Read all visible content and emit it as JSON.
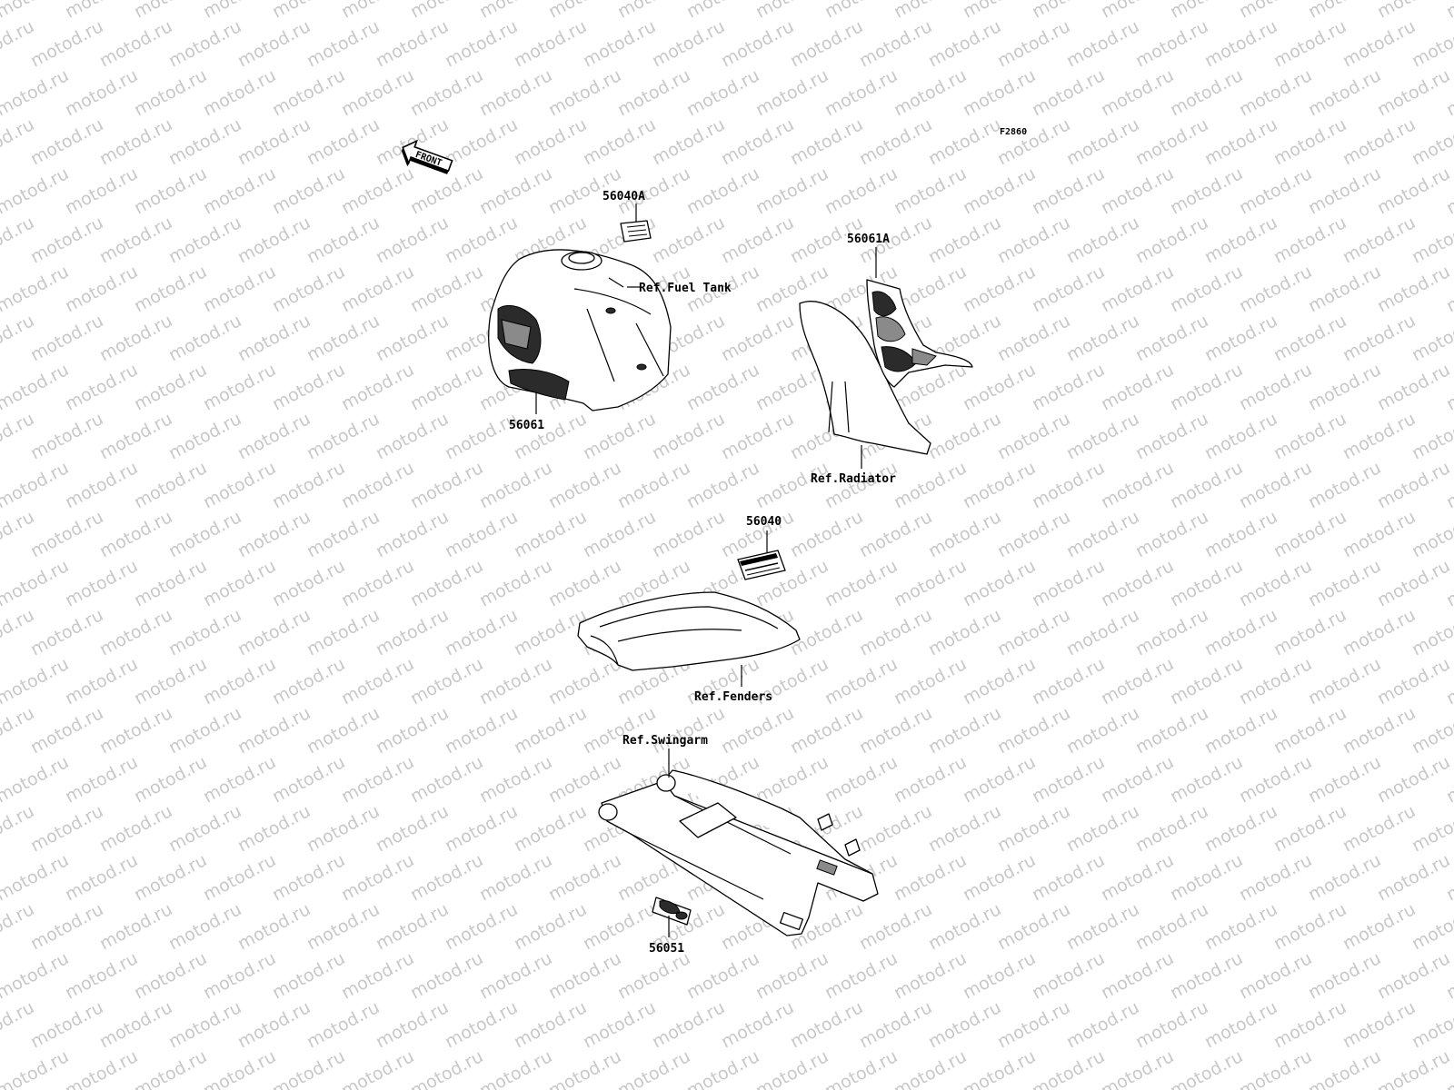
{
  "diagram": {
    "code": "F2860",
    "front_arrow_text": "FRONT",
    "watermark": "motod.ru",
    "labels": {
      "p56040A": "56040A",
      "ref_fuel_tank": "Ref.Fuel Tank",
      "p56061": "56061",
      "p56061A": "56061A",
      "ref_radiator": "Ref.Radiator",
      "p56040": "56040",
      "ref_fenders": "Ref.Fenders",
      "ref_swingarm": "Ref.Swingarm",
      "p56051": "56051"
    }
  }
}
